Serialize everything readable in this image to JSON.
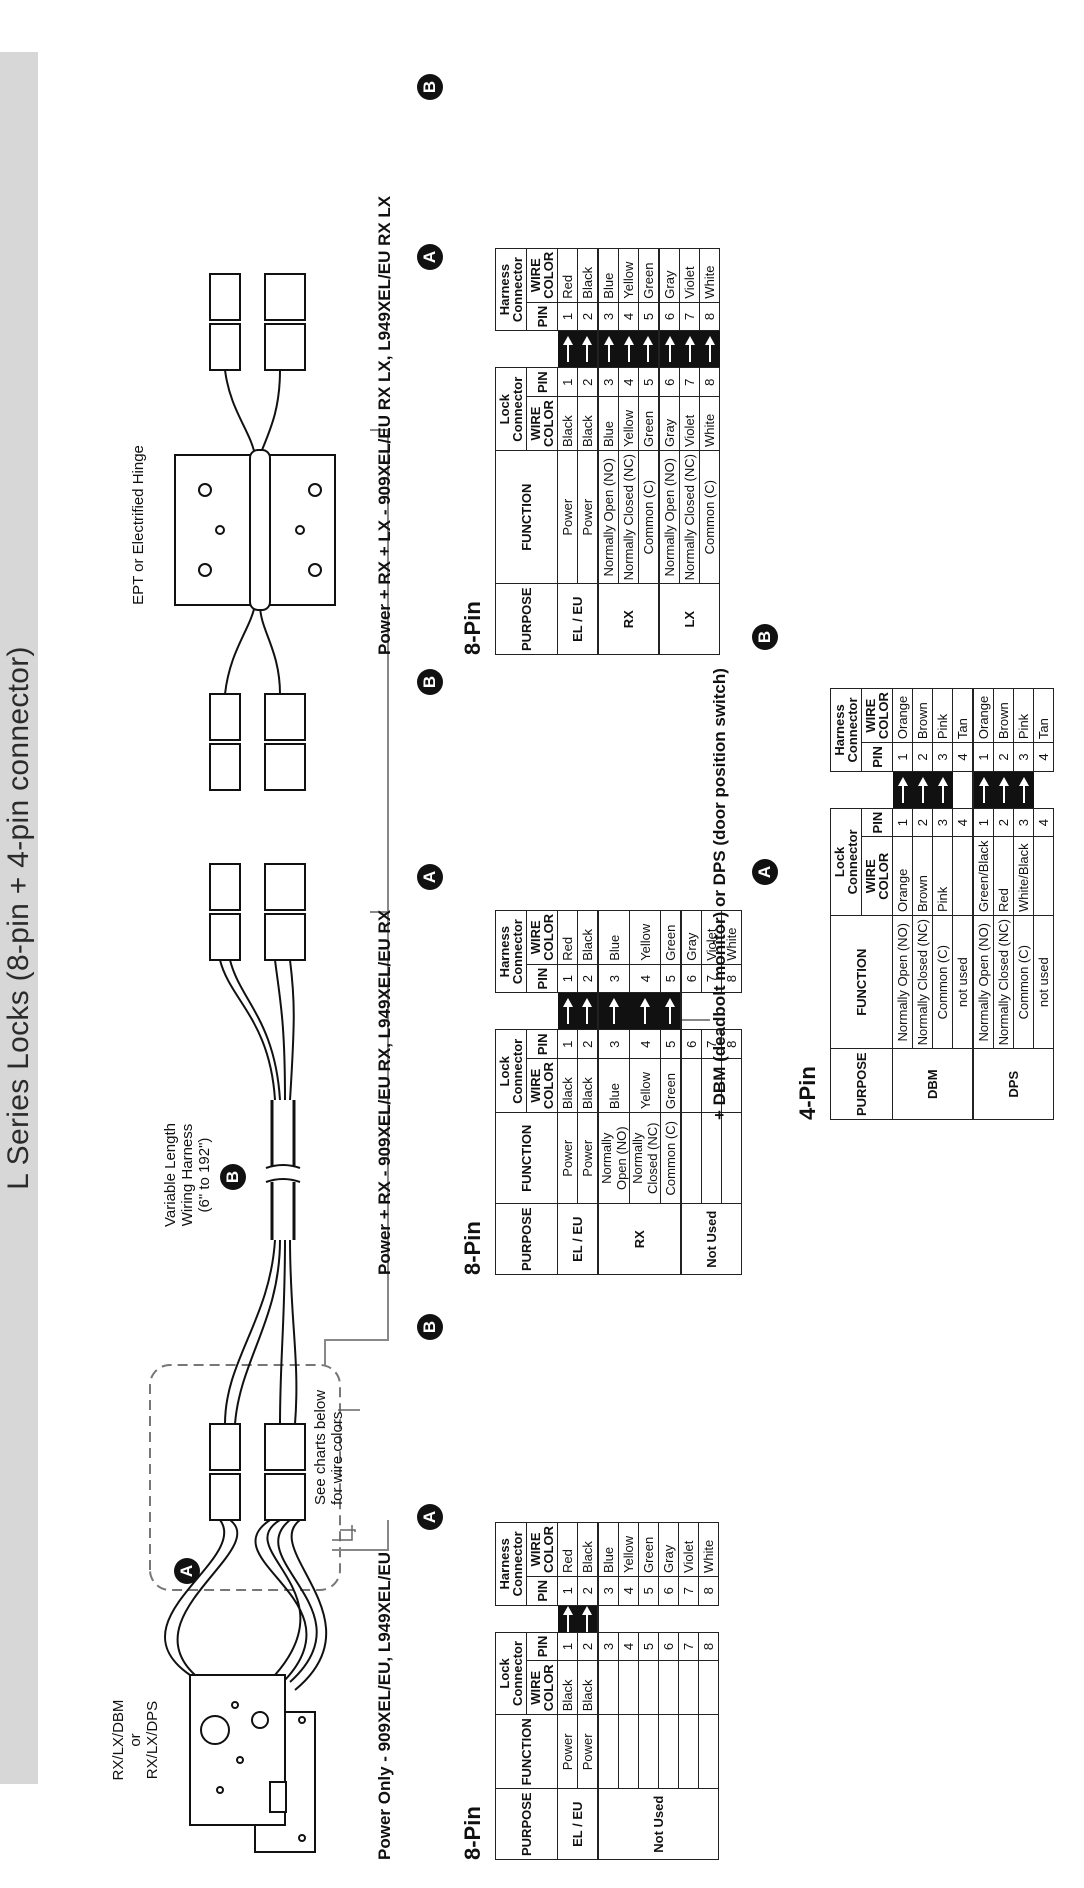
{
  "page": {
    "title": "L Series Locks (8-pin + 4-pin connector)"
  },
  "diagram": {
    "lock_label": "RX/LX/DBM\nor\nRX/LX/DPS",
    "badge_a": "A",
    "badge_b": "B",
    "note_colors": "See charts below\nfor wire colors",
    "harness_label": "Variable Length\nWiring Harness\n(6\" to 192\")",
    "hinge_label": "EPT or Electrified Hinge"
  },
  "headers": {
    "purpose": "PURPOSE",
    "function": "FUNCTION",
    "lock_connector": "Lock\nConnector",
    "harness_connector": "Harness\nConnector",
    "wire_color": "WIRE\nCOLOR",
    "pin": "PIN"
  },
  "sections": [
    {
      "title": "Power Only - 909XEL/EU, L949XEL/EU",
      "pin_label": "8-Pin",
      "groups": [
        {
          "purpose": "EL / EU",
          "rows": [
            {
              "function": "Power",
              "lock_color": "Black",
              "lock_pin": "1",
              "arrow": true,
              "harness_pin": "1",
              "harness_color": "Red"
            },
            {
              "function": "Power",
              "lock_color": "Black",
              "lock_pin": "2",
              "arrow": true,
              "harness_pin": "2",
              "harness_color": "Black"
            }
          ]
        },
        {
          "purpose": "Not Used",
          "rows": [
            {
              "function": "",
              "lock_color": "",
              "lock_pin": "3",
              "arrow": false,
              "harness_pin": "3",
              "harness_color": "Blue"
            },
            {
              "function": "",
              "lock_color": "",
              "lock_pin": "4",
              "arrow": false,
              "harness_pin": "4",
              "harness_color": "Yellow"
            },
            {
              "function": "",
              "lock_color": "",
              "lock_pin": "5",
              "arrow": false,
              "harness_pin": "5",
              "harness_color": "Green"
            },
            {
              "function": "",
              "lock_color": "",
              "lock_pin": "6",
              "arrow": false,
              "harness_pin": "6",
              "harness_color": "Gray"
            },
            {
              "function": "",
              "lock_color": "",
              "lock_pin": "7",
              "arrow": false,
              "harness_pin": "7",
              "harness_color": "Violet"
            },
            {
              "function": "",
              "lock_color": "",
              "lock_pin": "8",
              "arrow": false,
              "harness_pin": "8",
              "harness_color": "White"
            }
          ]
        }
      ]
    },
    {
      "title": "Power + RX - 909XEL/EU RX, L949XEL/EU RX",
      "pin_label": "8-Pin",
      "groups": [
        {
          "purpose": "EL / EU",
          "rows": [
            {
              "function": "Power",
              "lock_color": "Black",
              "lock_pin": "1",
              "arrow": true,
              "harness_pin": "1",
              "harness_color": "Red"
            },
            {
              "function": "Power",
              "lock_color": "Black",
              "lock_pin": "2",
              "arrow": true,
              "harness_pin": "2",
              "harness_color": "Black"
            }
          ]
        },
        {
          "purpose": "RX",
          "rows": [
            {
              "function": "Normally Open (NO)",
              "lock_color": "Blue",
              "lock_pin": "3",
              "arrow": true,
              "harness_pin": "3",
              "harness_color": "Blue"
            },
            {
              "function": "Normally Closed (NC)",
              "lock_color": "Yellow",
              "lock_pin": "4",
              "arrow": true,
              "harness_pin": "4",
              "harness_color": "Yellow"
            },
            {
              "function": "Common (C)",
              "lock_color": "Green",
              "lock_pin": "5",
              "arrow": true,
              "harness_pin": "5",
              "harness_color": "Green"
            }
          ]
        },
        {
          "purpose": "Not Used",
          "rows": [
            {
              "function": "",
              "lock_color": "",
              "lock_pin": "6",
              "arrow": false,
              "harness_pin": "6",
              "harness_color": "Gray"
            },
            {
              "function": "",
              "lock_color": "",
              "lock_pin": "7",
              "arrow": false,
              "harness_pin": "7",
              "harness_color": "Violet"
            },
            {
              "function": "",
              "lock_color": "",
              "lock_pin": "8",
              "arrow": false,
              "harness_pin": "8",
              "harness_color": "White"
            }
          ]
        }
      ]
    },
    {
      "title": "Power + RX + LX - 909XEL/EU RX LX, L949XEL/EU RX LX",
      "pin_label": "8-Pin",
      "groups": [
        {
          "purpose": "EL / EU",
          "rows": [
            {
              "function": "Power",
              "lock_color": "Black",
              "lock_pin": "1",
              "arrow": true,
              "harness_pin": "1",
              "harness_color": "Red"
            },
            {
              "function": "Power",
              "lock_color": "Black",
              "lock_pin": "2",
              "arrow": true,
              "harness_pin": "2",
              "harness_color": "Black"
            }
          ]
        },
        {
          "purpose": "RX",
          "rows": [
            {
              "function": "Normally Open (NO)",
              "lock_color": "Blue",
              "lock_pin": "3",
              "arrow": true,
              "harness_pin": "3",
              "harness_color": "Blue"
            },
            {
              "function": "Normally Closed (NC)",
              "lock_color": "Yellow",
              "lock_pin": "4",
              "arrow": true,
              "harness_pin": "4",
              "harness_color": "Yellow"
            },
            {
              "function": "Common (C)",
              "lock_color": "Green",
              "lock_pin": "5",
              "arrow": true,
              "harness_pin": "5",
              "harness_color": "Green"
            }
          ]
        },
        {
          "purpose": "LX",
          "rows": [
            {
              "function": "Normally Open (NO)",
              "lock_color": "Gray",
              "lock_pin": "6",
              "arrow": true,
              "harness_pin": "6",
              "harness_color": "Gray"
            },
            {
              "function": "Normally Closed (NC)",
              "lock_color": "Violet",
              "lock_pin": "7",
              "arrow": true,
              "harness_pin": "7",
              "harness_color": "Violet"
            },
            {
              "function": "Common (C)",
              "lock_color": "White",
              "lock_pin": "8",
              "arrow": true,
              "harness_pin": "8",
              "harness_color": "White"
            }
          ]
        }
      ]
    },
    {
      "title": "+ DBM (deadbolt monitor) or DPS (door position switch)",
      "pin_label": "4-Pin",
      "groups": [
        {
          "purpose": "DBM",
          "rows": [
            {
              "function": "Normally Open (NO)",
              "lock_color": "Orange",
              "lock_pin": "1",
              "arrow": true,
              "harness_pin": "1",
              "harness_color": "Orange"
            },
            {
              "function": "Normally Closed (NC)",
              "lock_color": "Brown",
              "lock_pin": "2",
              "arrow": true,
              "harness_pin": "2",
              "harness_color": "Brown"
            },
            {
              "function": "Common (C)",
              "lock_color": "Pink",
              "lock_pin": "3",
              "arrow": true,
              "harness_pin": "3",
              "harness_color": "Pink"
            },
            {
              "function": "not used",
              "lock_color": "",
              "lock_pin": "4",
              "arrow": false,
              "harness_pin": "4",
              "harness_color": "Tan"
            }
          ]
        },
        {
          "purpose": "DPS",
          "rows": [
            {
              "function": "Normally Open (NO)",
              "lock_color": "Green/Black",
              "lock_pin": "1",
              "arrow": true,
              "harness_pin": "1",
              "harness_color": "Orange"
            },
            {
              "function": "Normally Closed (NC)",
              "lock_color": "Red",
              "lock_pin": "2",
              "arrow": true,
              "harness_pin": "2",
              "harness_color": "Brown"
            },
            {
              "function": "Common (C)",
              "lock_color": "White/Black",
              "lock_pin": "3",
              "arrow": true,
              "harness_pin": "3",
              "harness_color": "Pink"
            },
            {
              "function": "not used",
              "lock_color": "",
              "lock_pin": "4",
              "arrow": false,
              "harness_pin": "4",
              "harness_color": "Tan"
            }
          ]
        }
      ]
    }
  ]
}
